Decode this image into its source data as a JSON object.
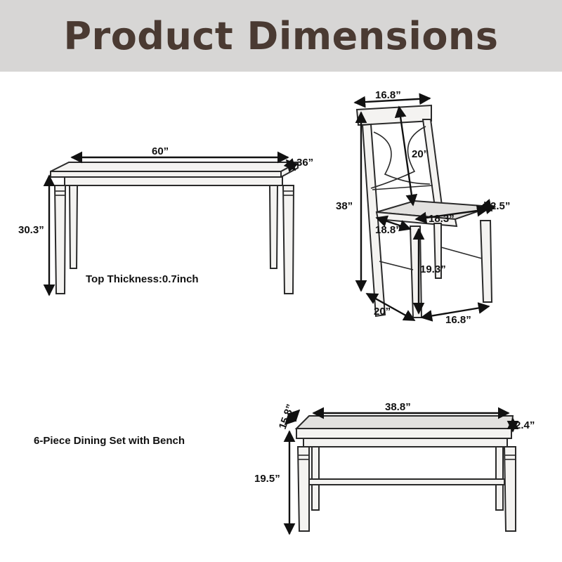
{
  "header": {
    "title": "Product Dimensions",
    "background": "#d7d6d5",
    "text_color": "#4a3a32"
  },
  "table": {
    "length": "60”",
    "width": "36”",
    "height": "30.3”",
    "note": "Top Thickness:0.7inch"
  },
  "chair": {
    "top_width": "16.8”",
    "back_height": "20”",
    "total_height": "38”",
    "seat_width": "18.3”",
    "cushion_thickness": "2.5”",
    "seat_depth": "18.8”",
    "seat_height": "19.3”",
    "base_depth": "20”",
    "base_width": "16.8”"
  },
  "bench": {
    "length": "38.8”",
    "depth": "15.8”",
    "cushion_thickness": "2.4”",
    "height": "19.5”"
  },
  "caption": "6-Piece Dining Set with Bench"
}
